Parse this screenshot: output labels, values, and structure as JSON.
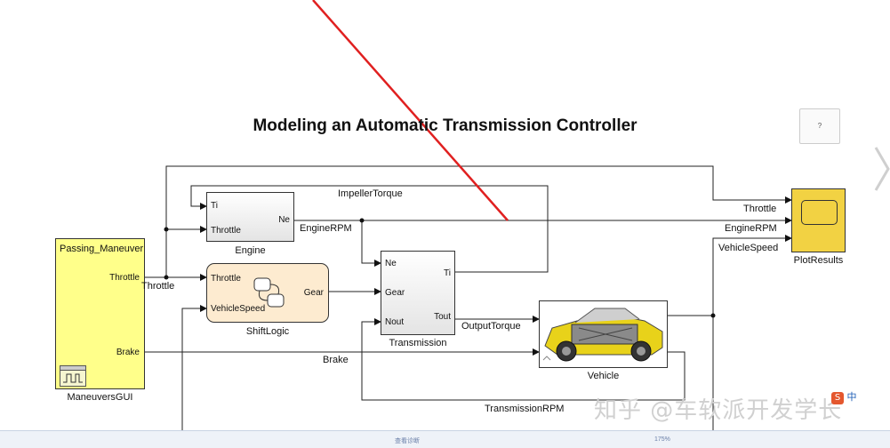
{
  "title": "Modeling an Automatic Transmission Controller",
  "help_button": "?",
  "blocks": {
    "maneuvers": {
      "header": "Passing_Maneuver",
      "out1": "Throttle",
      "out2": "Brake",
      "name": "ManeuversGUI"
    },
    "engine": {
      "in1": "Ti",
      "in2": "Throttle",
      "out": "Ne",
      "name": "Engine"
    },
    "shiftlogic": {
      "in1": "Throttle",
      "in2": "VehicleSpeed",
      "out": "Gear",
      "name": "ShiftLogic"
    },
    "transmission": {
      "in1": "Ne",
      "in2": "Gear",
      "in3": "Nout",
      "out1": "Ti",
      "out2": "Tout",
      "name": "Transmission"
    },
    "vehicle": {
      "name": "Vehicle"
    },
    "plotresults": {
      "name": "PlotResults"
    }
  },
  "signals": {
    "impeller_torque": "ImpellerTorque",
    "engine_rpm_1": "EngineRPM",
    "engine_rpm_2": "EngineRPM",
    "throttle_1": "Throttle",
    "throttle_2": "Throttle",
    "vehicle_speed": "VehicleSpeed",
    "output_torque": "OutputTorque",
    "brake": "Brake",
    "transmission_rpm": "TransmissionRPM"
  },
  "watermark": "知乎 @车软派开发学长",
  "ime_text": "中",
  "status": {
    "left": "查看诊断",
    "zoom": "175%"
  },
  "colors": {
    "annotation_arrow": "#e02020",
    "yellow_block": "#ffff8a",
    "scope_block": "#f2d243",
    "chart_block": "#fdebd0"
  }
}
